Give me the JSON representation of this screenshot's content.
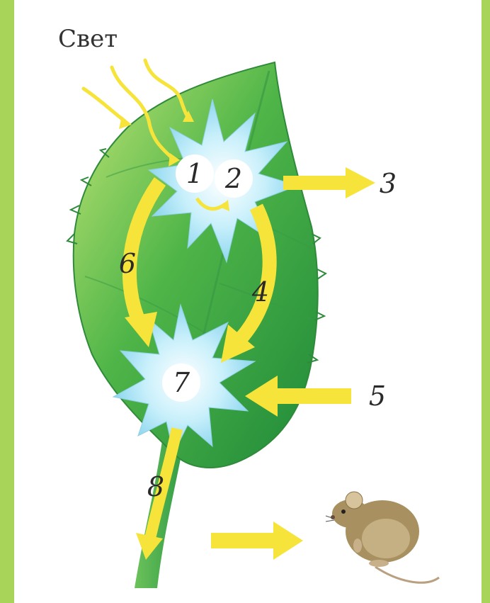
{
  "diagram": {
    "title": "Свет",
    "labels": {
      "n1": "1",
      "n2": "2",
      "n3": "3",
      "n4": "4",
      "n5": "5",
      "n6": "6",
      "n7": "7",
      "n8": "8"
    }
  },
  "colors": {
    "border": "#a8d45a",
    "paper": "#ffffff",
    "leaf_dark": "#2e9a3a",
    "leaf_light": "#b9e06a",
    "star": "#9fe0f2",
    "arrow": "#f6e43a",
    "mouse": "#a89060"
  }
}
